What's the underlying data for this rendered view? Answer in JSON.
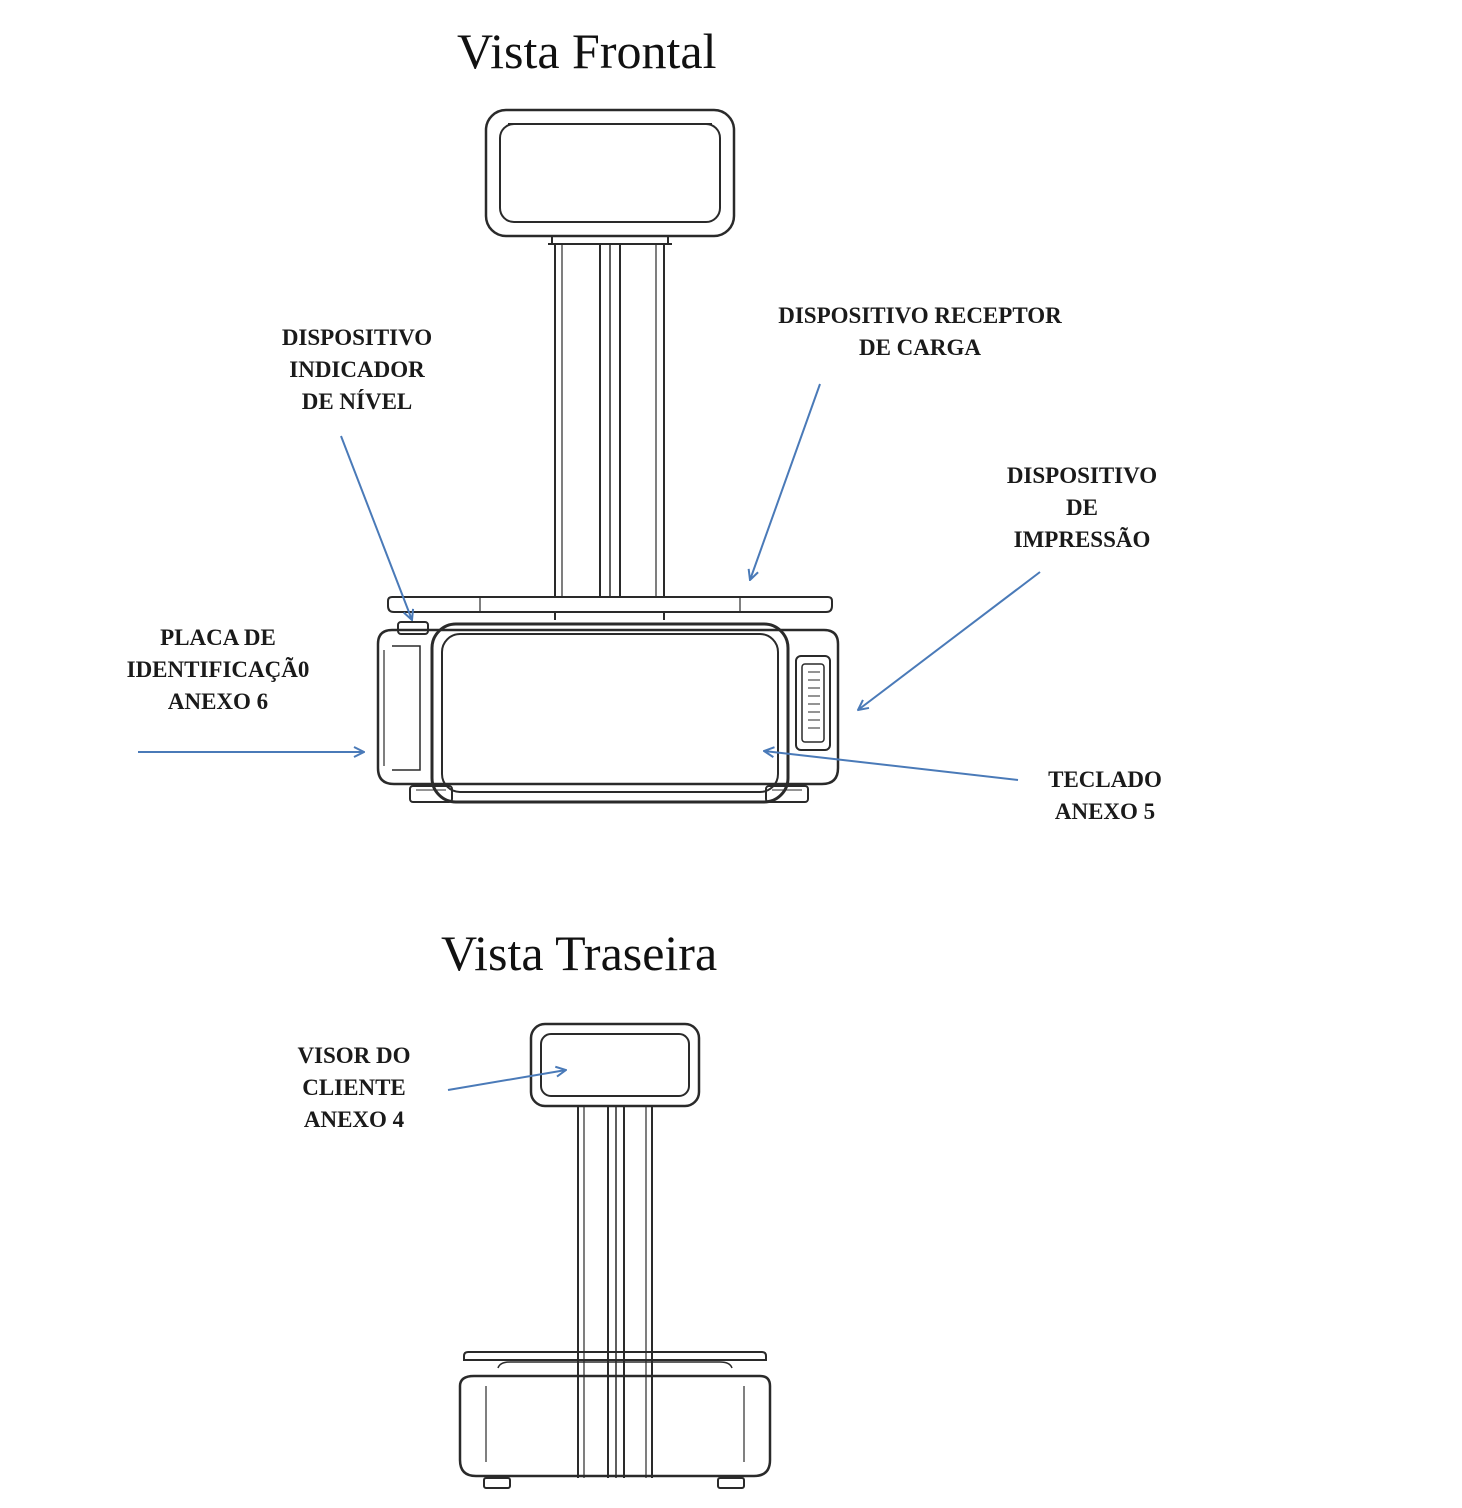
{
  "titles": {
    "front": "Vista Frontal",
    "rear": "Vista Traseira"
  },
  "labels": {
    "level_indicator": [
      "DISPOSITIVO",
      "INDICADOR",
      "DE NÍVEL"
    ],
    "load_receptor": [
      "DISPOSITIVO RECEPTOR",
      "DE CARGA"
    ],
    "printer": [
      "DISPOSITIVO",
      "DE",
      "IMPRESSÃO"
    ],
    "id_plate": [
      "PLACA DE",
      "IDENTIFICAÇÃ0",
      "ANEXO 6"
    ],
    "keyboard": [
      "TECLADO",
      "ANEXO 5"
    ],
    "customer_display": [
      "VISOR DO",
      "CLIENTE",
      "ANEXO 4"
    ]
  },
  "colors": {
    "arrow": "#4a7ab8",
    "drawing": "#2a2a2a",
    "text": "#1a1a1a"
  }
}
